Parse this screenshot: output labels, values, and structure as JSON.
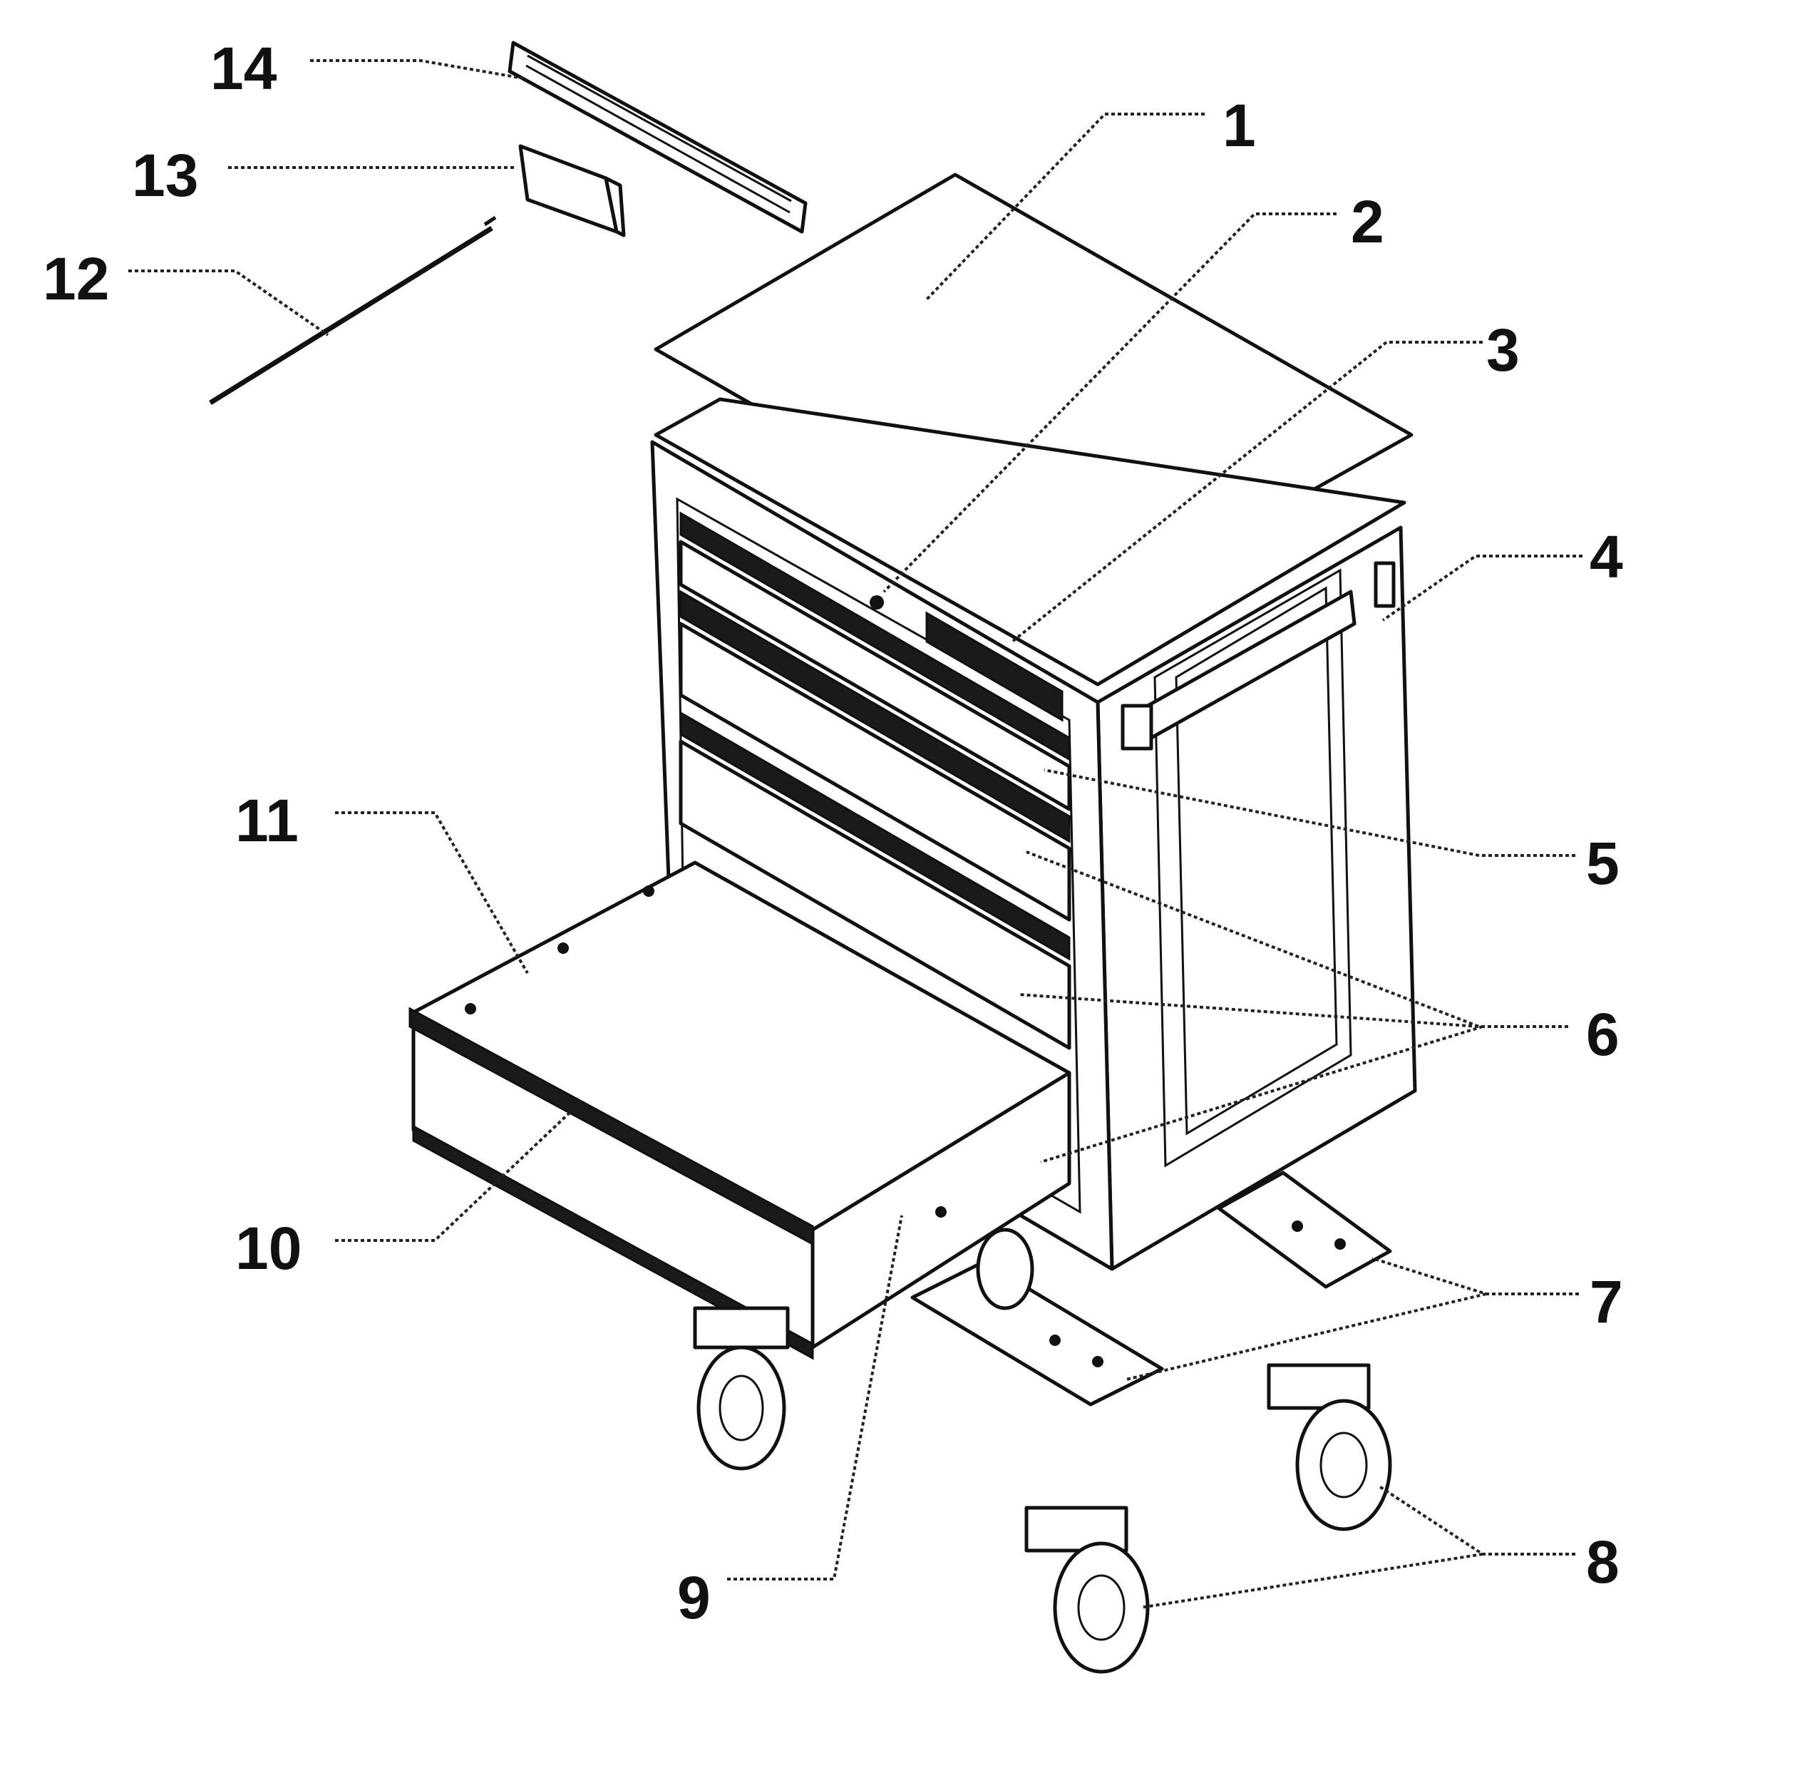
{
  "figure": {
    "callouts": [
      {
        "id": "1",
        "label": "1"
      },
      {
        "id": "2",
        "label": "2"
      },
      {
        "id": "3",
        "label": "3"
      },
      {
        "id": "4",
        "label": "4"
      },
      {
        "id": "5",
        "label": "5"
      },
      {
        "id": "6",
        "label": "6"
      },
      {
        "id": "7",
        "label": "7"
      },
      {
        "id": "8",
        "label": "8"
      },
      {
        "id": "9",
        "label": "9"
      },
      {
        "id": "10",
        "label": "10"
      },
      {
        "id": "11",
        "label": "11"
      },
      {
        "id": "12",
        "label": "12"
      },
      {
        "id": "13",
        "label": "13"
      },
      {
        "id": "14",
        "label": "14"
      }
    ]
  }
}
